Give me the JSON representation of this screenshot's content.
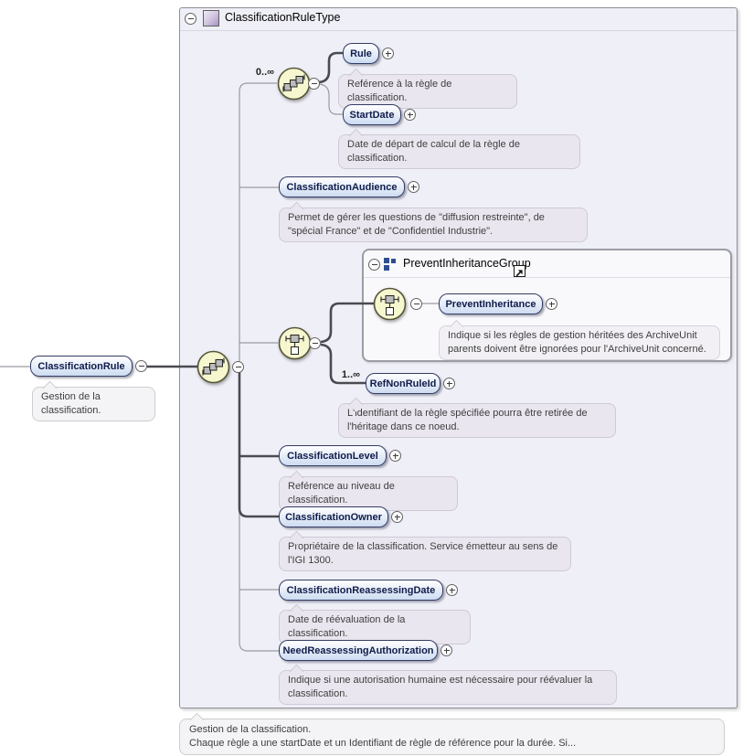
{
  "header": {
    "title": "ClassificationRuleType"
  },
  "root": {
    "label": "ClassificationRule",
    "annotation": "Gestion de la classification."
  },
  "group": {
    "title": "PreventInheritanceGroup"
  },
  "cardinality": {
    "sequence": "0..∞",
    "ref_non_rule_id": "1..∞"
  },
  "elements": {
    "rule": {
      "label": "Rule",
      "annotation": "Référence à la règle de classification."
    },
    "start_date": {
      "label": "StartDate",
      "annotation": "Date de départ de calcul de la règle de classification."
    },
    "classification_audience": {
      "label": "ClassificationAudience",
      "annotation": "Permet de gérer les questions de \"diffusion restreinte\", de \"spécial France\" et de \"Confidentiel Industrie\"."
    },
    "prevent_inheritance": {
      "label": "PreventInheritance",
      "annotation": "Indique si les règles de gestion héritées des ArchiveUnit parents doivent être ignorées pour l'ArchiveUnit concerné."
    },
    "ref_non_rule_id": {
      "label": "RefNonRuleId",
      "annotation": "L'identifiant de la règle spécifiée pourra être retirée de l'héritage dans ce noeud."
    },
    "classification_level": {
      "label": "ClassificationLevel",
      "annotation": "Référence au niveau de classification."
    },
    "classification_owner": {
      "label": "ClassificationOwner",
      "annotation": "Propriétaire de la classification. Service émetteur au sens de l'IGI 1300."
    },
    "classification_reassessing_date": {
      "label": "ClassificationReassessingDate",
      "annotation": "Date de réévaluation de la classification."
    },
    "need_reassessing_authorization": {
      "label": "NeedReassessingAuthorization",
      "annotation": "Indique si une autorisation humaine est nécessaire pour réévaluer la classification."
    }
  },
  "footer": {
    "line1": "Gestion de la classification.",
    "line2": "Chaque règle a une startDate et un Identifiant de règle de référence pour la durée. Si..."
  },
  "icons": {
    "collapse_glyph": "−",
    "expand_glyph": "+",
    "sequence_icon": "sequence-compositor",
    "choice_icon": "choice-compositor",
    "complex_type_icon": "purple-square",
    "group_icon": "blue-squares",
    "open_diagram_icon": "↗"
  },
  "colors": {
    "element_border": "#333C63",
    "element_fill_bottom": "#CDDCF1",
    "compositor_fill": "#F7F7CF",
    "annotation_fill": "#EAE6EF",
    "container_fill": "#EFEFF7",
    "type_icon_purple": "#A791C5",
    "group_icon_blue": "#2E4E8E"
  }
}
